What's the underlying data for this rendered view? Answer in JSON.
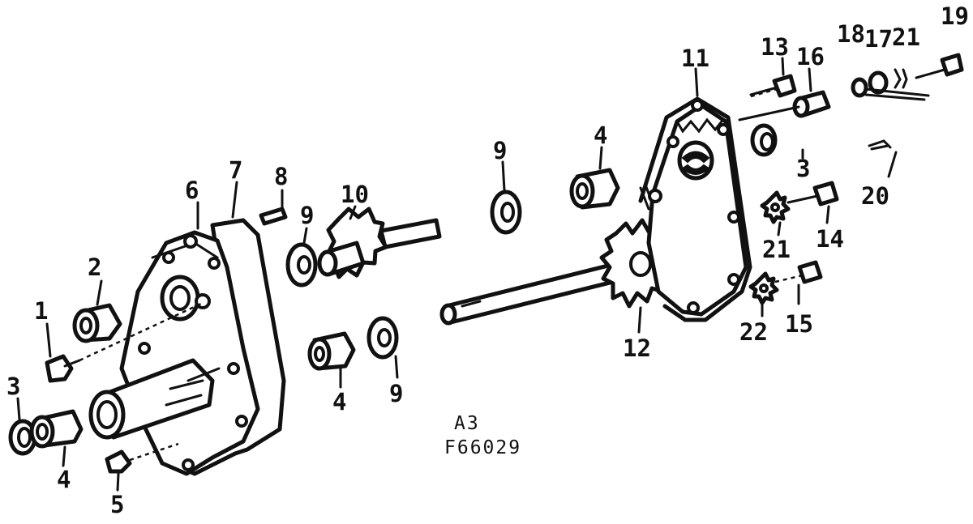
{
  "caption": {
    "line1": "A3",
    "line2": "F66029"
  },
  "callouts": [
    {
      "id": "c1",
      "text": "1"
    },
    {
      "id": "c2",
      "text": "2"
    },
    {
      "id": "c3a",
      "text": "3"
    },
    {
      "id": "c4a",
      "text": "4"
    },
    {
      "id": "c5",
      "text": "5"
    },
    {
      "id": "c6",
      "text": "6"
    },
    {
      "id": "c7",
      "text": "7"
    },
    {
      "id": "c8",
      "text": "8"
    },
    {
      "id": "c9a",
      "text": "9"
    },
    {
      "id": "c10",
      "text": "10"
    },
    {
      "id": "c4b",
      "text": "4"
    },
    {
      "id": "c9b",
      "text": "9"
    },
    {
      "id": "c9c",
      "text": "9"
    },
    {
      "id": "c4c",
      "text": "4"
    },
    {
      "id": "c12",
      "text": "12"
    },
    {
      "id": "c11",
      "text": "11"
    },
    {
      "id": "c13",
      "text": "13"
    },
    {
      "id": "c16",
      "text": "16"
    },
    {
      "id": "c3b",
      "text": "3"
    },
    {
      "id": "c18",
      "text": "18"
    },
    {
      "id": "c17",
      "text": "17"
    },
    {
      "id": "c21a",
      "text": "21"
    },
    {
      "id": "c19",
      "text": "19"
    },
    {
      "id": "c20",
      "text": "20"
    },
    {
      "id": "c14",
      "text": "14"
    },
    {
      "id": "c21b",
      "text": "21"
    },
    {
      "id": "c22",
      "text": "22"
    },
    {
      "id": "c15",
      "text": "15"
    }
  ]
}
